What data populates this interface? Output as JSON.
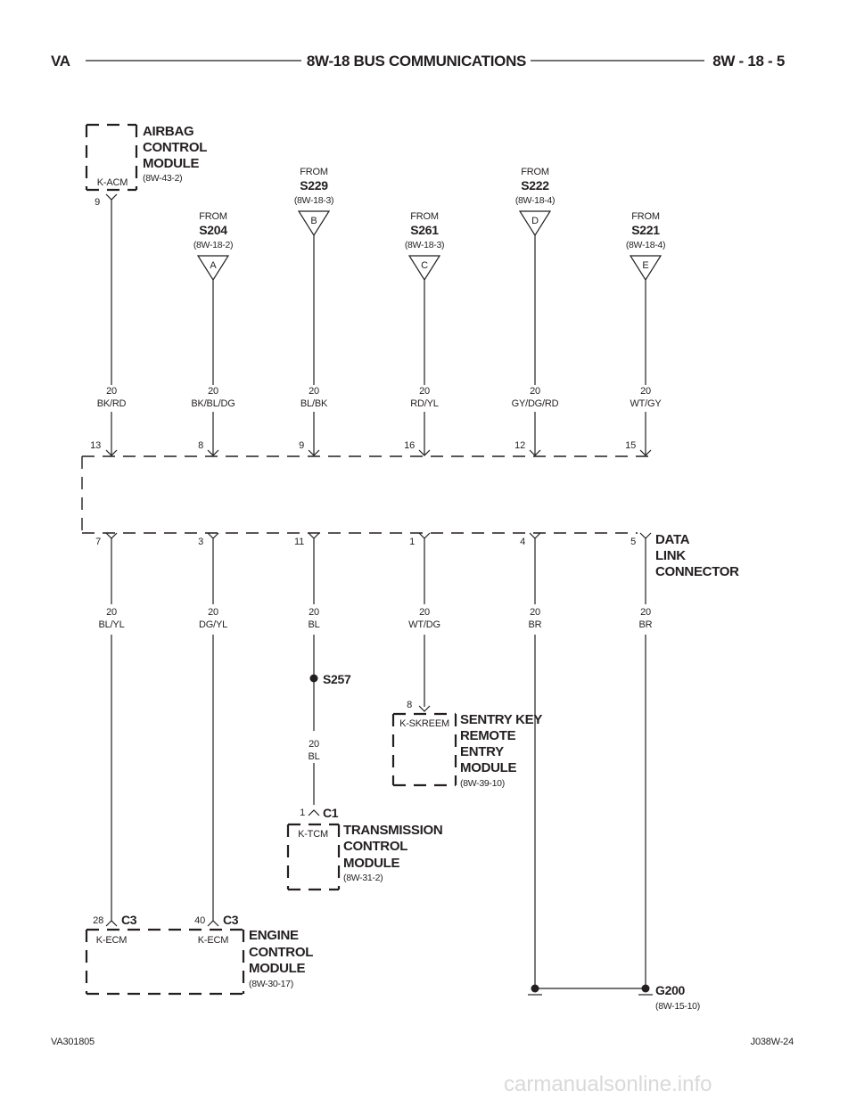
{
  "header": {
    "left": "VA",
    "center": "8W-18 BUS COMMUNICATIONS",
    "right": "8W - 18 - 5"
  },
  "footer": {
    "left": "VA301805",
    "right": "J038W-24"
  },
  "watermark": "carmanualsonline.info",
  "airbag_module": {
    "name_lines": [
      "AIRBAG",
      "CONTROL",
      "MODULE"
    ],
    "ref": "(8W-43-2)",
    "connector": "K-ACM",
    "pin": "9"
  },
  "from_splices": [
    {
      "label": "FROM",
      "splice": "S204",
      "ref": "(8W-18-2)",
      "letter": "A"
    },
    {
      "label": "FROM",
      "splice": "S229",
      "ref": "(8W-18-3)",
      "letter": "B"
    },
    {
      "label": "FROM",
      "splice": "S261",
      "ref": "(8W-18-3)",
      "letter": "C"
    },
    {
      "label": "FROM",
      "splice": "S222",
      "ref": "(8W-18-4)",
      "letter": "D"
    },
    {
      "label": "FROM",
      "splice": "S221",
      "ref": "(8W-18-4)",
      "letter": "E"
    }
  ],
  "upper_wires": [
    {
      "gauge": "20",
      "color": "BK/RD",
      "pin": "13"
    },
    {
      "gauge": "20",
      "color": "BK/BL/DG",
      "pin": "8"
    },
    {
      "gauge": "20",
      "color": "BL/BK",
      "pin": "9"
    },
    {
      "gauge": "20",
      "color": "RD/YL",
      "pin": "16"
    },
    {
      "gauge": "20",
      "color": "GY/DG/RD",
      "pin": "12"
    },
    {
      "gauge": "20",
      "color": "WT/GY",
      "pin": "15"
    }
  ],
  "data_link_connector": {
    "name_lines": [
      "DATA",
      "LINK",
      "CONNECTOR"
    ]
  },
  "lower_wires": [
    {
      "pin": "7",
      "gauge": "20",
      "color": "BL/YL"
    },
    {
      "pin": "3",
      "gauge": "20",
      "color": "DG/YL"
    },
    {
      "pin": "11",
      "gauge": "20",
      "color": "BL"
    },
    {
      "pin": "1",
      "gauge": "20",
      "color": "WT/DG"
    },
    {
      "pin": "4",
      "gauge": "20",
      "color": "BR"
    },
    {
      "pin": "5",
      "gauge": "20",
      "color": "BR"
    }
  ],
  "splice_s257": {
    "name": "S257",
    "gauge": "20",
    "color": "BL"
  },
  "sentry_key_module": {
    "pin": "8",
    "connector": "K-SKREEM",
    "name_lines": [
      "SENTRY KEY",
      "REMOTE",
      "ENTRY",
      "MODULE"
    ],
    "ref": "(8W-39-10)"
  },
  "transmission_module": {
    "pin": "1",
    "connector_id": "C1",
    "connector": "K-TCM",
    "name_lines": [
      "TRANSMISSION",
      "CONTROL",
      "MODULE"
    ],
    "ref": "(8W-31-2)"
  },
  "engine_module": {
    "pins": [
      {
        "pin": "28",
        "connector_id": "C3",
        "connector": "K-ECM"
      },
      {
        "pin": "40",
        "connector_id": "C3",
        "connector": "K-ECM"
      }
    ],
    "name_lines": [
      "ENGINE",
      "CONTROL",
      "MODULE"
    ],
    "ref": "(8W-30-17)"
  },
  "ground": {
    "name": "G200",
    "ref": "(8W-15-10)"
  }
}
